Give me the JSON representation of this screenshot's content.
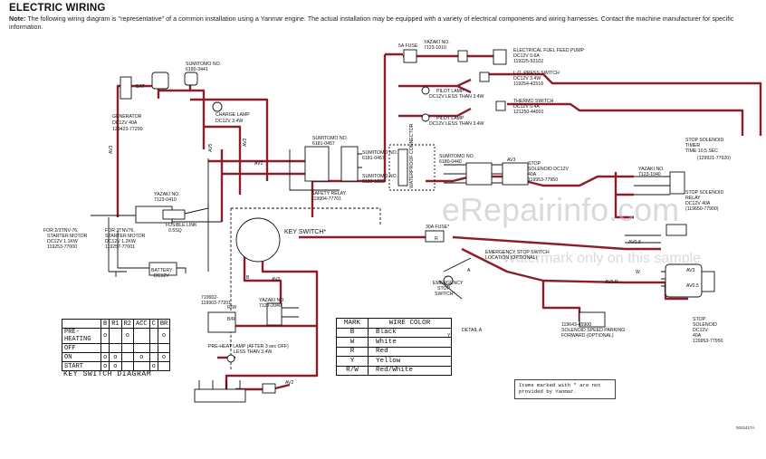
{
  "header": {
    "title": "ELECTRIC WIRING",
    "note_prefix": "Note:",
    "note_text": "The following wiring diagram is \"representative\" of a common installation using a Yanmar engine. The actual installation may be equipped with a variety of electrical components and wiring harnesses. Contact the machine manufacturer for specific information."
  },
  "colors": {
    "wire": "#8a1f2b",
    "line": "#111111",
    "watermark": "#bcbcbc"
  },
  "watermark": {
    "main": "eRepairinfo.com",
    "sub": "Watermark only on this sample"
  },
  "components": {
    "generator": [
      "GENERATOR",
      "DC12V 40A",
      "129423-77200"
    ],
    "bat_a": "BAT",
    "charge_lamp": [
      "CHARGE LAMP",
      "DC12V 3.4W"
    ],
    "fuel_pump": [
      "ELECTRICAL FUEL FEED PUMP",
      "DC12V 0.6A",
      "119225-52102"
    ],
    "lo_press": [
      "L.O. PRESS SWITCH",
      "DC12V 3.4W",
      "119254-42510"
    ],
    "pilot_lamp_1": [
      "PILOT LAMP",
      "DC12V LESS THAN 3.4W"
    ],
    "thermo_sw": [
      "THERMO SWITCH",
      "DC12V 0.4A",
      "121250-44901"
    ],
    "pilot_lamp_2": [
      "PILOT LAMP",
      "DC12V LESS THAN 3.4W"
    ],
    "stop_solenoid_timer": [
      "STOP SOLENOID",
      "TIMER",
      "TIME 10,5 SEC",
      "(129921-77920)"
    ],
    "stop_solenoid_relay": [
      "STOP SOLENOID",
      "RELAY",
      "DC12V 40A",
      "(119650-77900)"
    ],
    "stop_solenoid_main": [
      "STOP",
      "SOLENOID",
      "DC12V",
      "40A",
      "129953-77950"
    ],
    "waterproof": "WATERPROOF CONNECTOR",
    "safety_relay": [
      "SAFETY RELAY",
      "119904-77701"
    ],
    "stop_solenoid_mid": [
      "STOP",
      "SOLENOID DC12V",
      "40A",
      "119953-77950"
    ],
    "starter_left": [
      "FOR 2/3TNV-76,",
      "STARTER MOTOR",
      "DC12V 1.1KW",
      "119253-77000"
    ],
    "starter_mid": [
      "FOR 3TNV76,",
      "STARTER MOTOR",
      "DC12V 1.2KW",
      "119257-77001"
    ],
    "battery": [
      "BATTERY",
      "DC12V"
    ],
    "fusible": [
      "FUSIBLE LINK",
      "0.5SQ"
    ],
    "key_switch": "KEY SWITCH*",
    "fuse_30a": "30A FUSE*",
    "fuse_5a": "5A FUSE",
    "emergency_loc": [
      "EMERGENCY STOP SWITCH",
      "LOCATION (OPTIONAL)"
    ],
    "emergency_sw": [
      "EMERGENCY",
      "STOP",
      "SWITCH*"
    ],
    "detail_a": "DETAIL A",
    "point_a": "A",
    "tacho": [
      "119643-45900",
      "SOLENOID SPEED PARKING",
      "FORWARD (OPTIONAL)"
    ],
    "preheat": [
      "PRE-HEAT LAMP (AFTER 3 sec OFF)",
      "LESS THAN 3.4W"
    ],
    "preheat_code": [
      "719902-",
      "119903-77201"
    ],
    "glow_relay": [
      "YAZAKI NO.",
      "7123-2040"
    ],
    "parts_a": [
      "YAZAKI NO.",
      "7123-1010"
    ],
    "parts_b": [
      "YAZAKI NO.",
      "7123-1040"
    ],
    "parts_c": [
      "SUMITOMO NO.",
      "6180-3441"
    ],
    "parts_d": [
      "SUMITOMO NO.",
      "6181-0457"
    ],
    "parts_e": [
      "SUMITOMO NO.",
      "6181-0457"
    ],
    "parts_f": [
      "SUMITOMO NO.",
      "6180-1030"
    ],
    "parts_g": [
      "SUMITOMO NO.",
      "6180-0440"
    ],
    "starter_code": [
      "YAZAKI NO.",
      "7123-0410"
    ]
  },
  "wire_labels": {
    "av2": "AV2",
    "av3": "AV3",
    "av5": "AV5",
    "av08": "AV0.8",
    "av3r": "AV3 R",
    "av05": "AV0.5",
    "br": "B/R",
    "rw": "R/W",
    "w": "W",
    "y": "Y",
    "r": "R",
    "b": "B"
  },
  "key_switch_diagram": {
    "title": "KEY SWITCH DIAGRAM",
    "columns": [
      "",
      "B",
      "R1",
      "R2",
      "ACC",
      "C",
      "BR"
    ],
    "rows": [
      {
        "label": "PRE-HEATING",
        "marks": [
          "o",
          "",
          "o",
          "",
          "",
          "o"
        ]
      },
      {
        "label": "OFF",
        "marks": [
          "",
          "",
          "",
          "",
          "",
          ""
        ]
      },
      {
        "label": "ON",
        "marks": [
          "o",
          "o",
          "",
          "o",
          "",
          "o"
        ]
      },
      {
        "label": "START",
        "marks": [
          "o",
          "o",
          "",
          "",
          "o",
          ""
        ]
      }
    ]
  },
  "wire_color_table": {
    "headers": [
      "MARK",
      "WIRE COLOR"
    ],
    "rows": [
      {
        "mark": "B",
        "color": "Black"
      },
      {
        "mark": "W",
        "color": "White"
      },
      {
        "mark": "R",
        "color": "Red"
      },
      {
        "mark": "Y",
        "color": "Yellow"
      },
      {
        "mark": "R/W",
        "color": "Red/White"
      }
    ]
  },
  "footnote": "Items marked with * are not provided by Yanmar.",
  "doc_code": "0002427A"
}
